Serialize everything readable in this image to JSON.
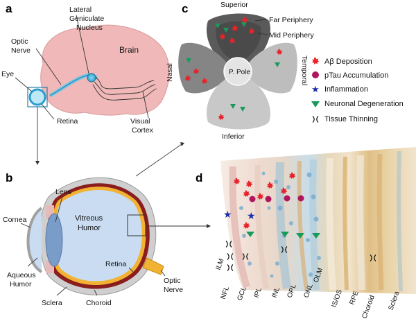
{
  "panels": {
    "a": "a",
    "b": "b",
    "c": "c",
    "d": "d"
  },
  "panel_a": {
    "lgn": [
      "Lateral",
      "Geniculate",
      "Nucleus"
    ],
    "optic_nerve": [
      "Optic",
      "Nerve"
    ],
    "brain": "Brain",
    "eye": "Eye",
    "retina": "Retina",
    "visual_cortex": [
      "Visual",
      "Cortex"
    ]
  },
  "panel_b": {
    "lens": "Lens",
    "cornea": "Cornea",
    "vitreous": [
      "Vitreous",
      "Humor"
    ],
    "retina": "Retina",
    "aqueous": [
      "Aqueous",
      "Humor"
    ],
    "optic_nerve": [
      "Optic",
      "Nerve"
    ],
    "sclera": "Sclera",
    "choroid": "Choroid"
  },
  "panel_c": {
    "superior": "Superior",
    "inferior": "Inferior",
    "nasal": "Nasal",
    "temporal": "Temporal",
    "pole": "P. Pole",
    "far_periphery": "Far Periphery",
    "mid_periphery": "Mid Periphery"
  },
  "legend": [
    {
      "label": "Aβ Deposition",
      "color": "#e8232a"
    },
    {
      "label": "pTau Accumulation",
      "color": "#b0165d"
    },
    {
      "label": "Inflammation",
      "color": "#1a2ea8"
    },
    {
      "label": "Neuronal Degeneration",
      "color": "#1a9a5a"
    },
    {
      "label": "Tissue Thinning",
      "color": "#111111"
    }
  ],
  "layers": [
    "ILM",
    "NFL",
    "GCL",
    "IPL",
    "INL",
    "OPL",
    "ONL",
    "OLM",
    "IS/OS",
    "RPE",
    "Choroid",
    "Sclera"
  ]
}
